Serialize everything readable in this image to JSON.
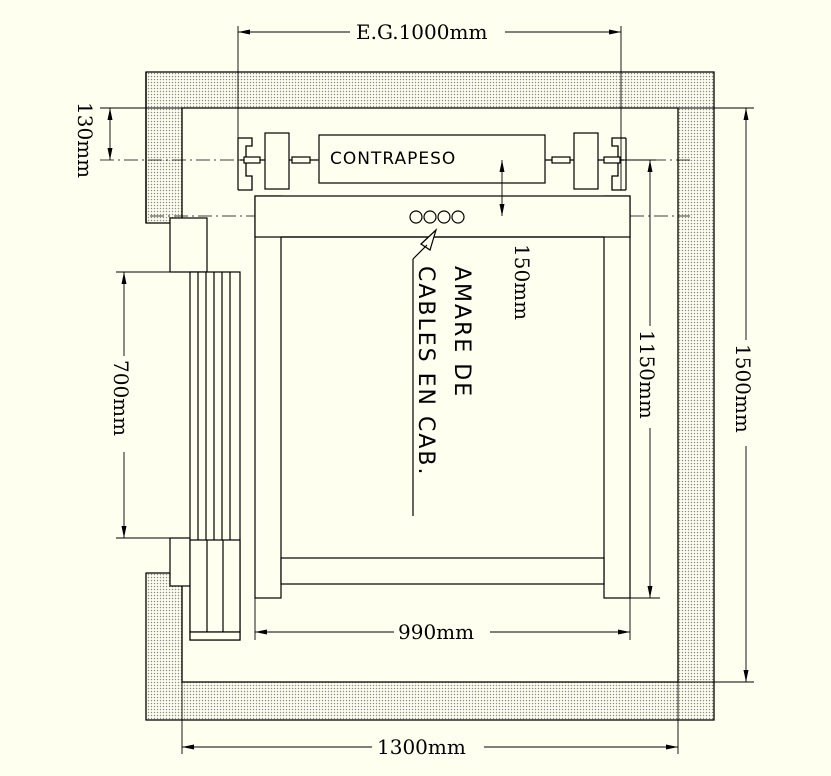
{
  "drawing": {
    "dimensions": {
      "eg_width": "E.G.1000mm",
      "top_offset": "130mm",
      "sheave_offset": "150mm",
      "car_depth": "1150mm",
      "shaft_depth": "1500mm",
      "door_width": "700mm",
      "car_width": "990mm",
      "shaft_width": "1300mm"
    },
    "labels": {
      "counterweight": "CONTRAPESO",
      "cable_anchor_line1": "AMARE DE",
      "cable_anchor_line2": "CABLES EN CAB."
    }
  },
  "colors": {
    "background": "#fffff0",
    "line": "#000000",
    "wall_hatch": "#c8c8c8"
  }
}
